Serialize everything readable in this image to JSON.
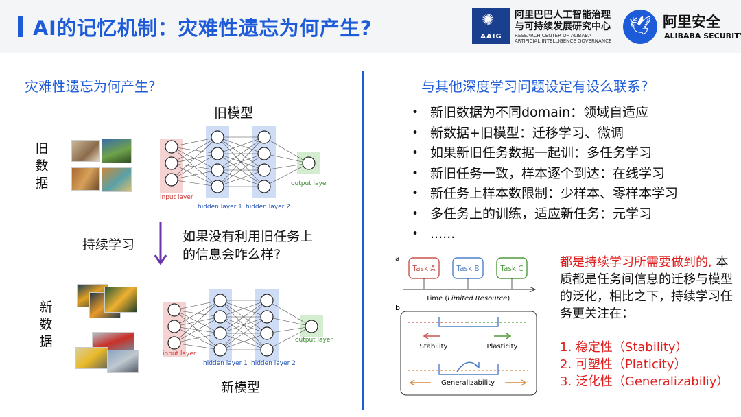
{
  "header": {
    "title": "AI的记忆机制：灾难性遗忘为何产生?",
    "aaig_label": "AAIG",
    "org_cn_line1": "阿里巴巴人工智能治理",
    "org_cn_line2": "与可持续发展研究中心",
    "org_en_line1": "RESEARCH CENTER OF ALIBABA",
    "org_en_line2": "ARTIFICIAL INTELLIGENCE GOVERNANCE",
    "security_cn": "阿里安全",
    "security_en": "ALIBABA SECURITY"
  },
  "left": {
    "section_title": "灾难性遗忘为何产生?",
    "old_model_label": "旧模型",
    "old_data_label": "旧数据",
    "continual_label": "持续学习",
    "question": [
      "如果没有利用旧任务上",
      "的信息会咋么样?"
    ],
    "new_data_label": "新数据",
    "new_model_label": "新模型",
    "net_labels": {
      "input": "input layer",
      "hidden1": "hidden layer 1",
      "hidden2": "hidden layer 2",
      "output": "output layer"
    }
  },
  "right": {
    "section_title": "与其他深度学习问题设定有设么联系?",
    "bullets": [
      "新旧数据为不同domain：领域自适应",
      "新数据+旧模型：迁移学习、微调",
      "如果新旧任务数据一起训：多任务学习",
      "新旧任务一致，样本逐个到达：在线学习",
      "新任务上样本数限制：少样本、零样本学习",
      "多任务上的训练，适应新任务：元学习",
      "......"
    ],
    "figure": {
      "panel_a": "a",
      "panel_b": "b",
      "tasks": [
        "Task A",
        "Task B",
        "Task C"
      ],
      "time_prefix": "Time (",
      "time_em": "Limited Resource",
      "time_suffix": ")",
      "stability": "Stability",
      "plasticity": "Plasticity",
      "generalizability": "Generalizability",
      "colors": {
        "task_a": "#c8554a",
        "task_b": "#4f7fc9",
        "task_c": "#4f9a3c"
      }
    },
    "note_red": "都是持续学习所需要做到的,",
    "note_body": "本质都是任务间信息的迁移与模型的泛化，相比之下，持续学习任务更关注在：",
    "enumerated": [
      "1. 稳定性（Stability）",
      "2. 可塑性（Platicity）",
      "3. 泛化性（Generalizabiliy）"
    ]
  },
  "colors": {
    "accent": "#1e5bd8",
    "red": "#e01f1f",
    "arrow_purple": "#6a35a8"
  }
}
